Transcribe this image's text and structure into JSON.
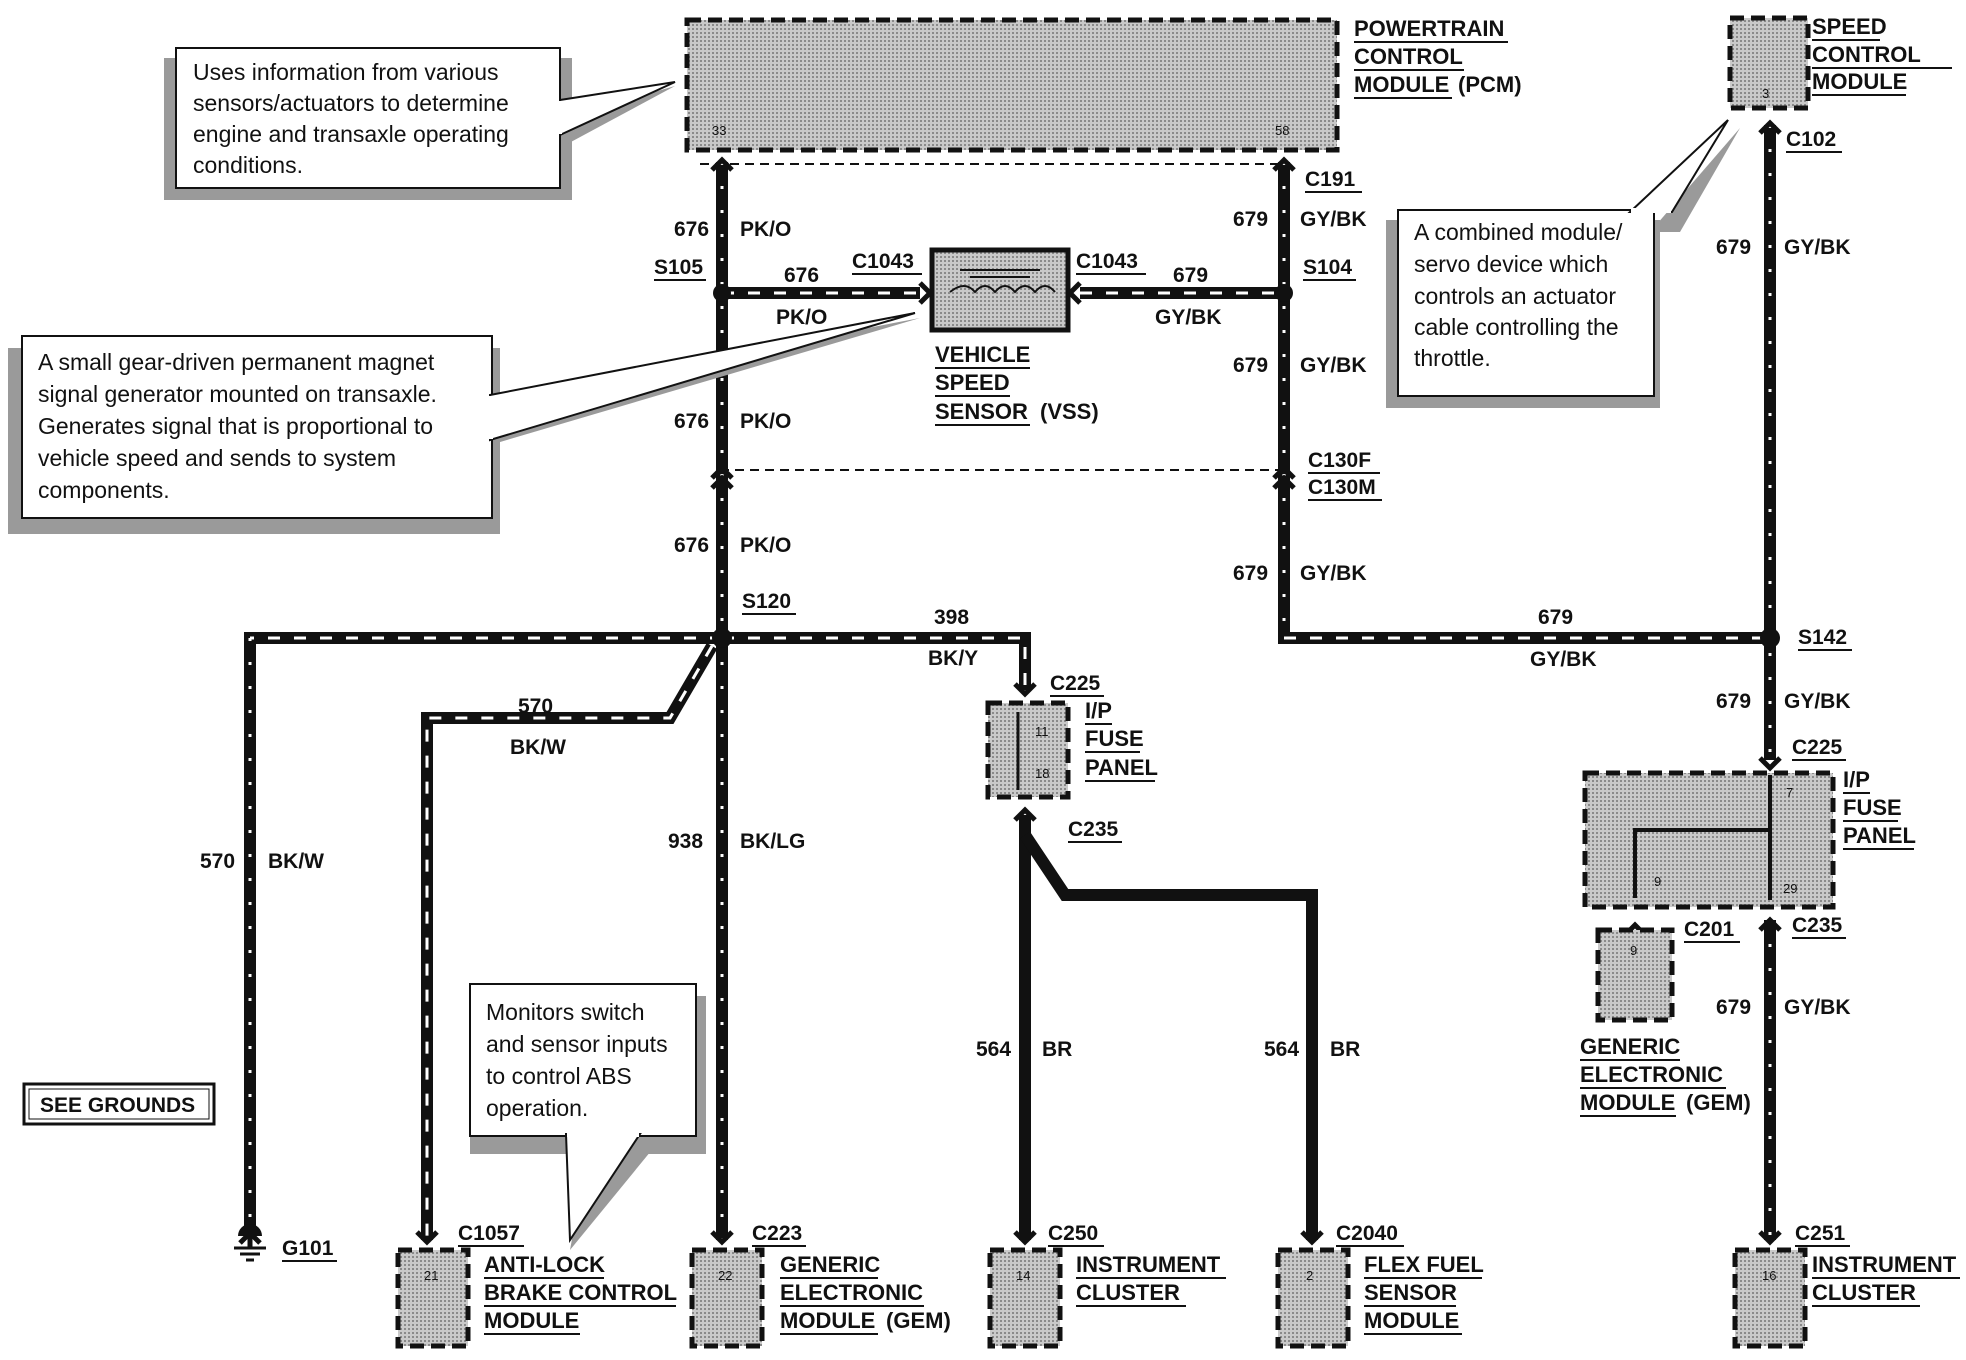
{
  "pcm": {
    "title": [
      "POWERTRAIN",
      "CONTROL",
      "MODULE"
    ],
    "title_suffix": "(PCM)",
    "pin_left": "33",
    "pin_right": "58"
  },
  "scm": {
    "title": [
      "SPEED",
      "CONTROL",
      "MODULE"
    ],
    "pin": "3"
  },
  "vss": {
    "title": [
      "VEHICLE",
      "SPEED",
      "SENSOR"
    ],
    "title_suffix": "(VSS)",
    "conn_left": "C1043",
    "conn_right": "C1043"
  },
  "connectors": {
    "c191": "C191",
    "c102": "C102",
    "c130f": "C130F",
    "c130m": "C130M",
    "c225a": "C225",
    "c235a": "C235",
    "c225b": "C225",
    "c235b": "C235",
    "c201": "C201",
    "c1057": "C1057",
    "c223": "C223",
    "c250": "C250",
    "c2040": "C2040",
    "c251": "C251"
  },
  "splices": {
    "s105": "S105",
    "s104": "S104",
    "s120": "S120",
    "s142": "S142"
  },
  "ground": "G101",
  "see_grounds": "SEE GROUNDS",
  "wires": {
    "w676": "676",
    "pk_o": "PK/O",
    "w679": "679",
    "gy_bk": "GY/BK",
    "w398": "398",
    "bk_y": "BK/Y",
    "w570": "570",
    "bk_w": "BK/W",
    "w938": "938",
    "bk_lg": "BK/LG",
    "w564": "564",
    "br": "BR"
  },
  "fuse_panel_a": {
    "title": [
      "I/P",
      "FUSE",
      "PANEL"
    ],
    "pin_top": "11",
    "pin_bottom": "18"
  },
  "fuse_panel_b": {
    "title": [
      "I/P",
      "FUSE",
      "PANEL"
    ],
    "pin_top": "7",
    "pin_left": "9",
    "pin_bottom": "29"
  },
  "gem_right": {
    "title": [
      "GENERIC",
      "ELECTRONIC",
      "MODULE"
    ],
    "title_suffix": "(GEM)",
    "pin": "9"
  },
  "abs": {
    "title": [
      "ANTI-LOCK",
      "BRAKE CONTROL",
      "MODULE"
    ],
    "pin": "21"
  },
  "gem_bottom": {
    "title": [
      "GENERIC",
      "ELECTRONIC",
      "MODULE"
    ],
    "title_suffix": "(GEM)",
    "pin": "22"
  },
  "ic_left": {
    "title": [
      "INSTRUMENT",
      "CLUSTER"
    ],
    "pin": "14"
  },
  "flex": {
    "title": [
      "FLEX FUEL",
      "SENSOR",
      "MODULE"
    ],
    "pin": "2"
  },
  "ic_right": {
    "title": [
      "INSTRUMENT",
      "CLUSTER"
    ],
    "pin": "16"
  },
  "callouts": {
    "pcm": [
      "Uses information from various",
      "sensors/actuators to determine",
      "engine and transaxle operating",
      "conditions."
    ],
    "vss": [
      "A small gear-driven permanent magnet",
      "signal generator mounted on transaxle.",
      "Generates signal that is proportional to",
      "vehicle speed and sends to system",
      "components."
    ],
    "scm": [
      "A combined module/",
      "servo device which",
      "controls an actuator",
      "cable controlling the",
      "throttle."
    ],
    "abs": [
      "Monitors switch",
      "and sensor inputs",
      "to control ABS",
      "operation."
    ]
  }
}
